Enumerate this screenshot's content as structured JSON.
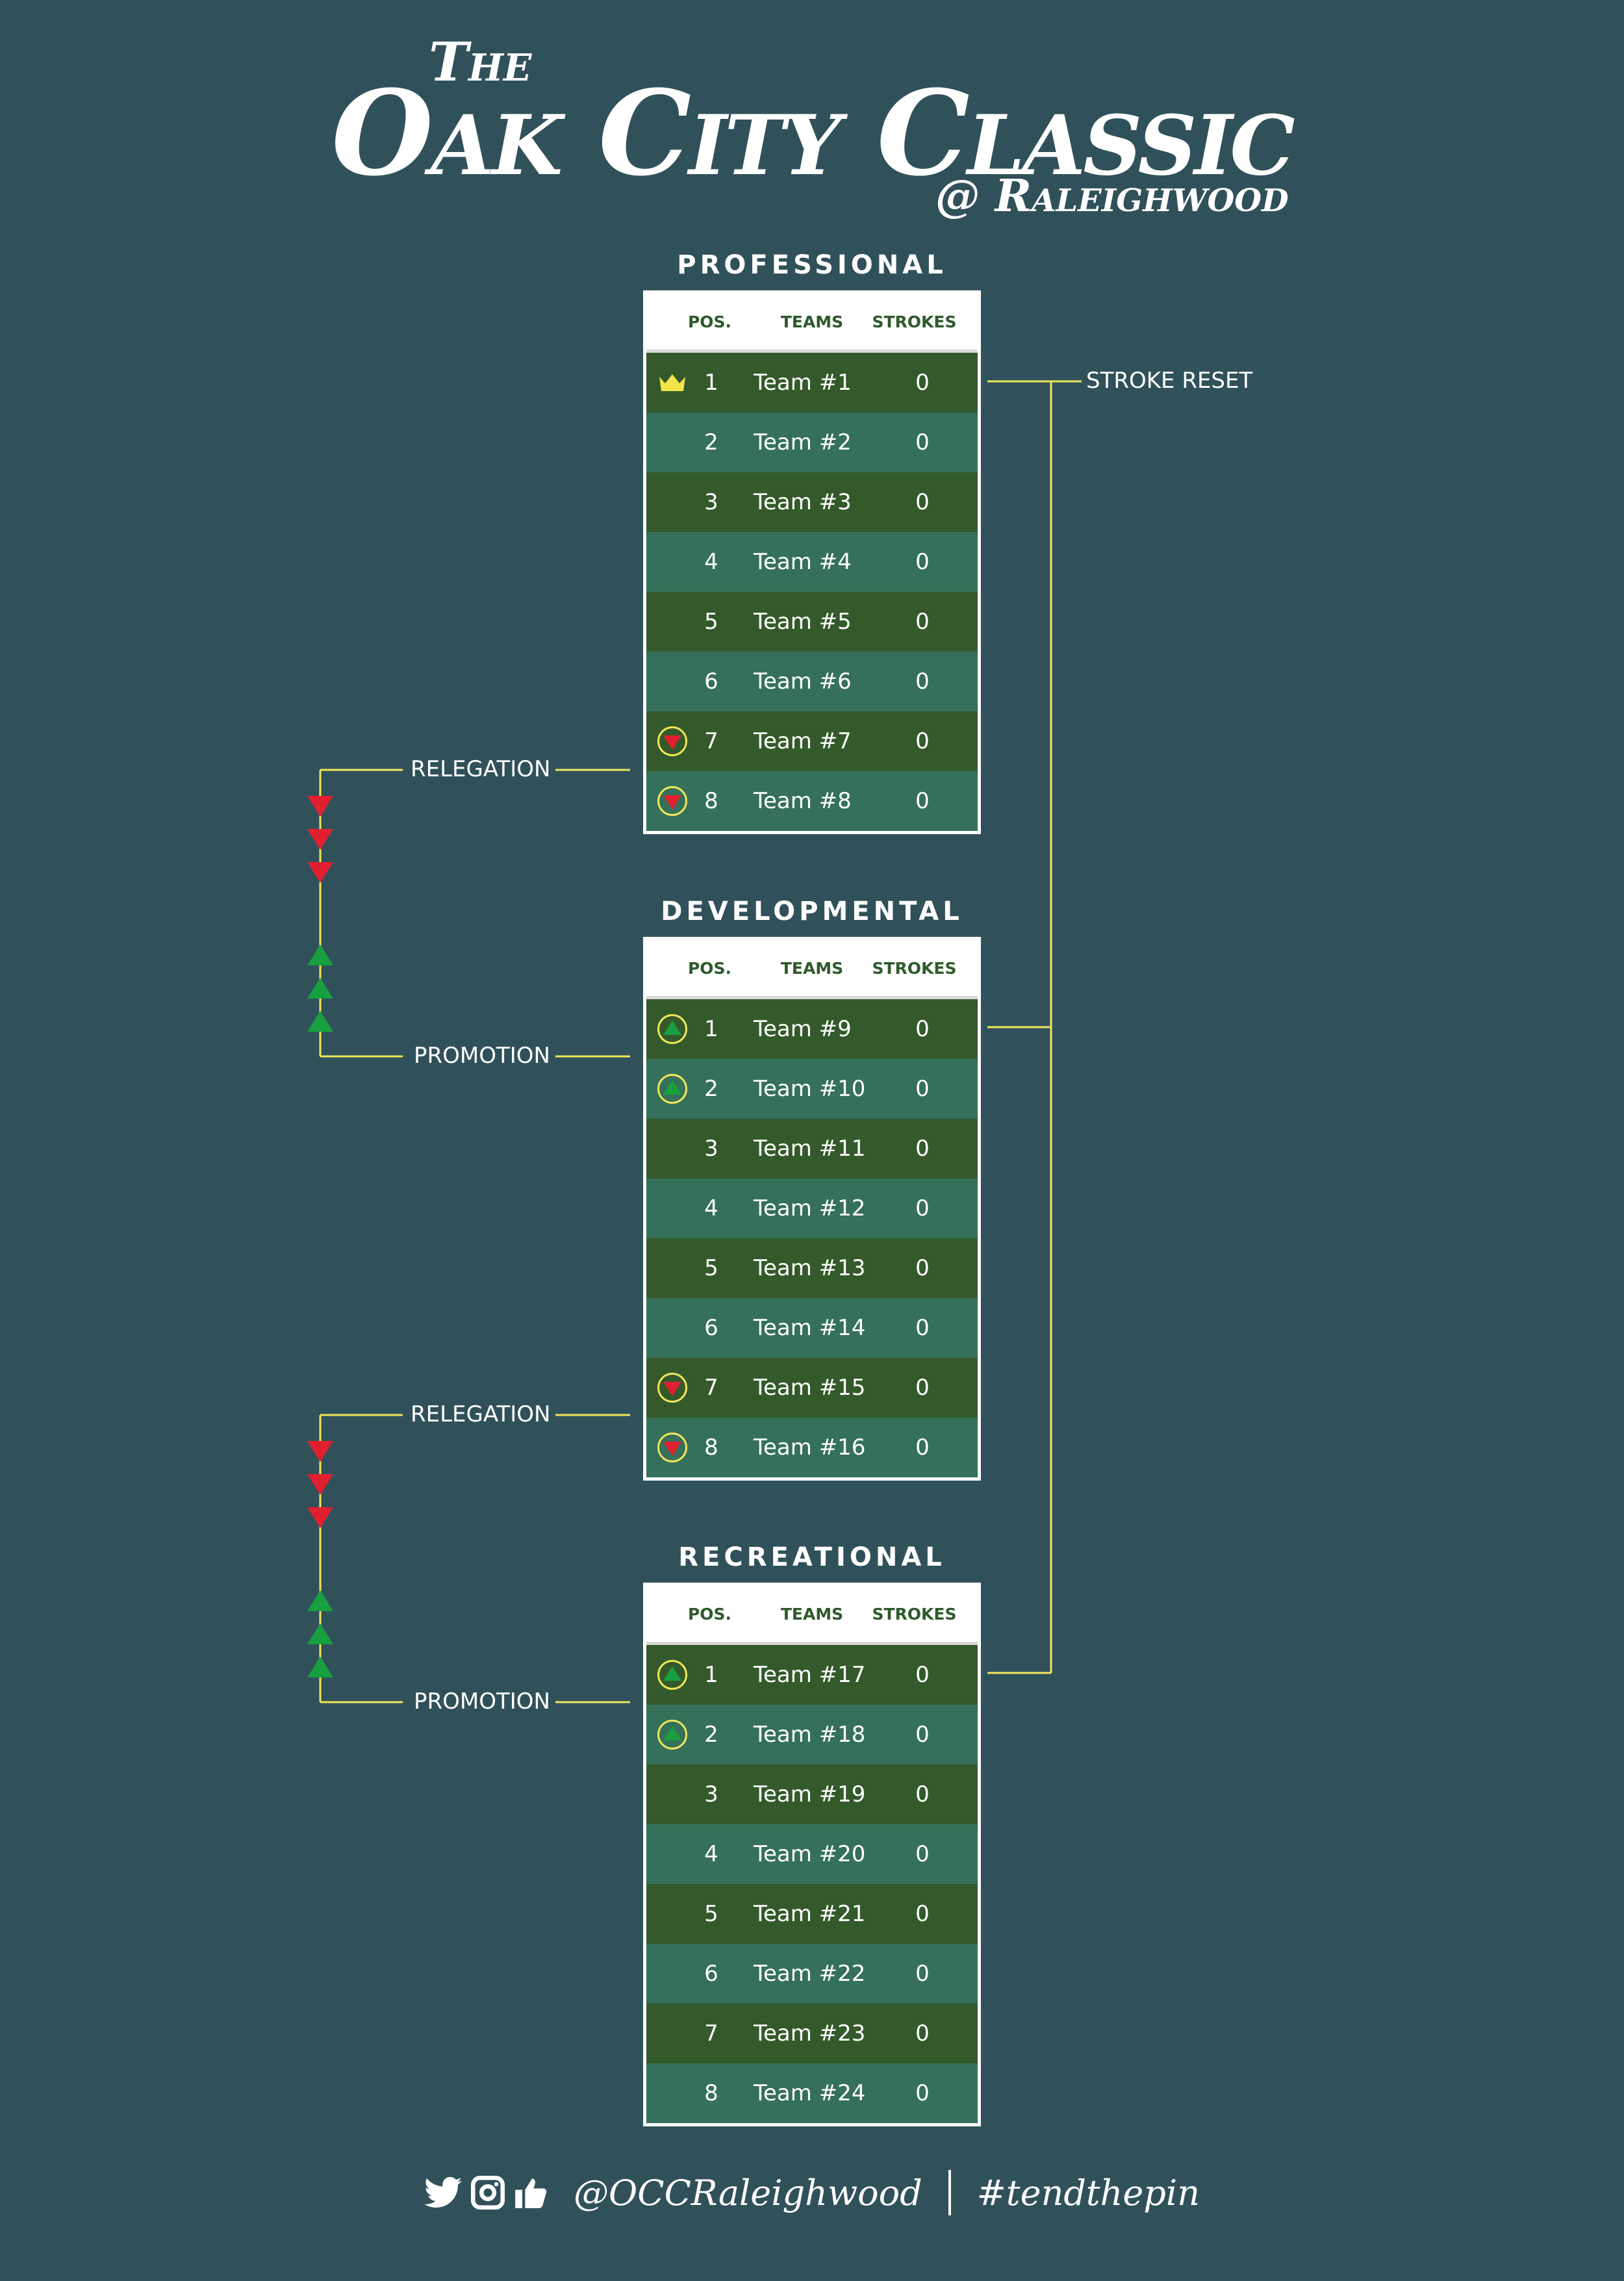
{
  "header": {
    "the": "The",
    "title": "Oak City Classic",
    "subtitle": "@ Raleighwood"
  },
  "columns": {
    "pos": "POS.",
    "teams": "TEAMS",
    "strokes": "STROKES"
  },
  "divisions": [
    {
      "name": "PROFESSIONAL",
      "rows": [
        {
          "pos": "1",
          "team": "Team #1",
          "strokes": "0",
          "icon": "crown-icon"
        },
        {
          "pos": "2",
          "team": "Team #2",
          "strokes": "0",
          "icon": ""
        },
        {
          "pos": "3",
          "team": "Team #3",
          "strokes": "0",
          "icon": ""
        },
        {
          "pos": "4",
          "team": "Team #4",
          "strokes": "0",
          "icon": ""
        },
        {
          "pos": "5",
          "team": "Team #5",
          "strokes": "0",
          "icon": ""
        },
        {
          "pos": "6",
          "team": "Team #6",
          "strokes": "0",
          "icon": ""
        },
        {
          "pos": "7",
          "team": "Team #7",
          "strokes": "0",
          "icon": "relegation-icon"
        },
        {
          "pos": "8",
          "team": "Team #8",
          "strokes": "0",
          "icon": "relegation-icon"
        }
      ]
    },
    {
      "name": "DEVELOPMENTAL",
      "rows": [
        {
          "pos": "1",
          "team": "Team #9",
          "strokes": "0",
          "icon": "promotion-icon"
        },
        {
          "pos": "2",
          "team": "Team #10",
          "strokes": "0",
          "icon": "promotion-icon"
        },
        {
          "pos": "3",
          "team": "Team #11",
          "strokes": "0",
          "icon": ""
        },
        {
          "pos": "4",
          "team": "Team #12",
          "strokes": "0",
          "icon": ""
        },
        {
          "pos": "5",
          "team": "Team #13",
          "strokes": "0",
          "icon": ""
        },
        {
          "pos": "6",
          "team": "Team #14",
          "strokes": "0",
          "icon": ""
        },
        {
          "pos": "7",
          "team": "Team #15",
          "strokes": "0",
          "icon": "relegation-icon"
        },
        {
          "pos": "8",
          "team": "Team #16",
          "strokes": "0",
          "icon": "relegation-icon"
        }
      ]
    },
    {
      "name": "RECREATIONAL",
      "rows": [
        {
          "pos": "1",
          "team": "Team #17",
          "strokes": "0",
          "icon": "promotion-icon"
        },
        {
          "pos": "2",
          "team": "Team #18",
          "strokes": "0",
          "icon": "promotion-icon"
        },
        {
          "pos": "3",
          "team": "Team #19",
          "strokes": "0",
          "icon": ""
        },
        {
          "pos": "4",
          "team": "Team #20",
          "strokes": "0",
          "icon": ""
        },
        {
          "pos": "5",
          "team": "Team #21",
          "strokes": "0",
          "icon": ""
        },
        {
          "pos": "6",
          "team": "Team #22",
          "strokes": "0",
          "icon": ""
        },
        {
          "pos": "7",
          "team": "Team #23",
          "strokes": "0",
          "icon": ""
        },
        {
          "pos": "8",
          "team": "Team #24",
          "strokes": "0",
          "icon": ""
        }
      ]
    }
  ],
  "labels": {
    "stroke_reset": "STROKE RESET",
    "relegation": "RELEGATION",
    "promotion": "PROMOTION"
  },
  "footer": {
    "handle": "@OCCRaleighwood",
    "hashtag": "#tendthepin",
    "icons": [
      "twitter-icon",
      "instagram-icon",
      "thumbs-up-icon"
    ]
  },
  "colors": {
    "background": "#31515a",
    "row_dark": "#345a2b",
    "row_light": "#35705a",
    "line": "#f0e65a",
    "relegation": "#e02030",
    "promotion": "#18a040"
  }
}
